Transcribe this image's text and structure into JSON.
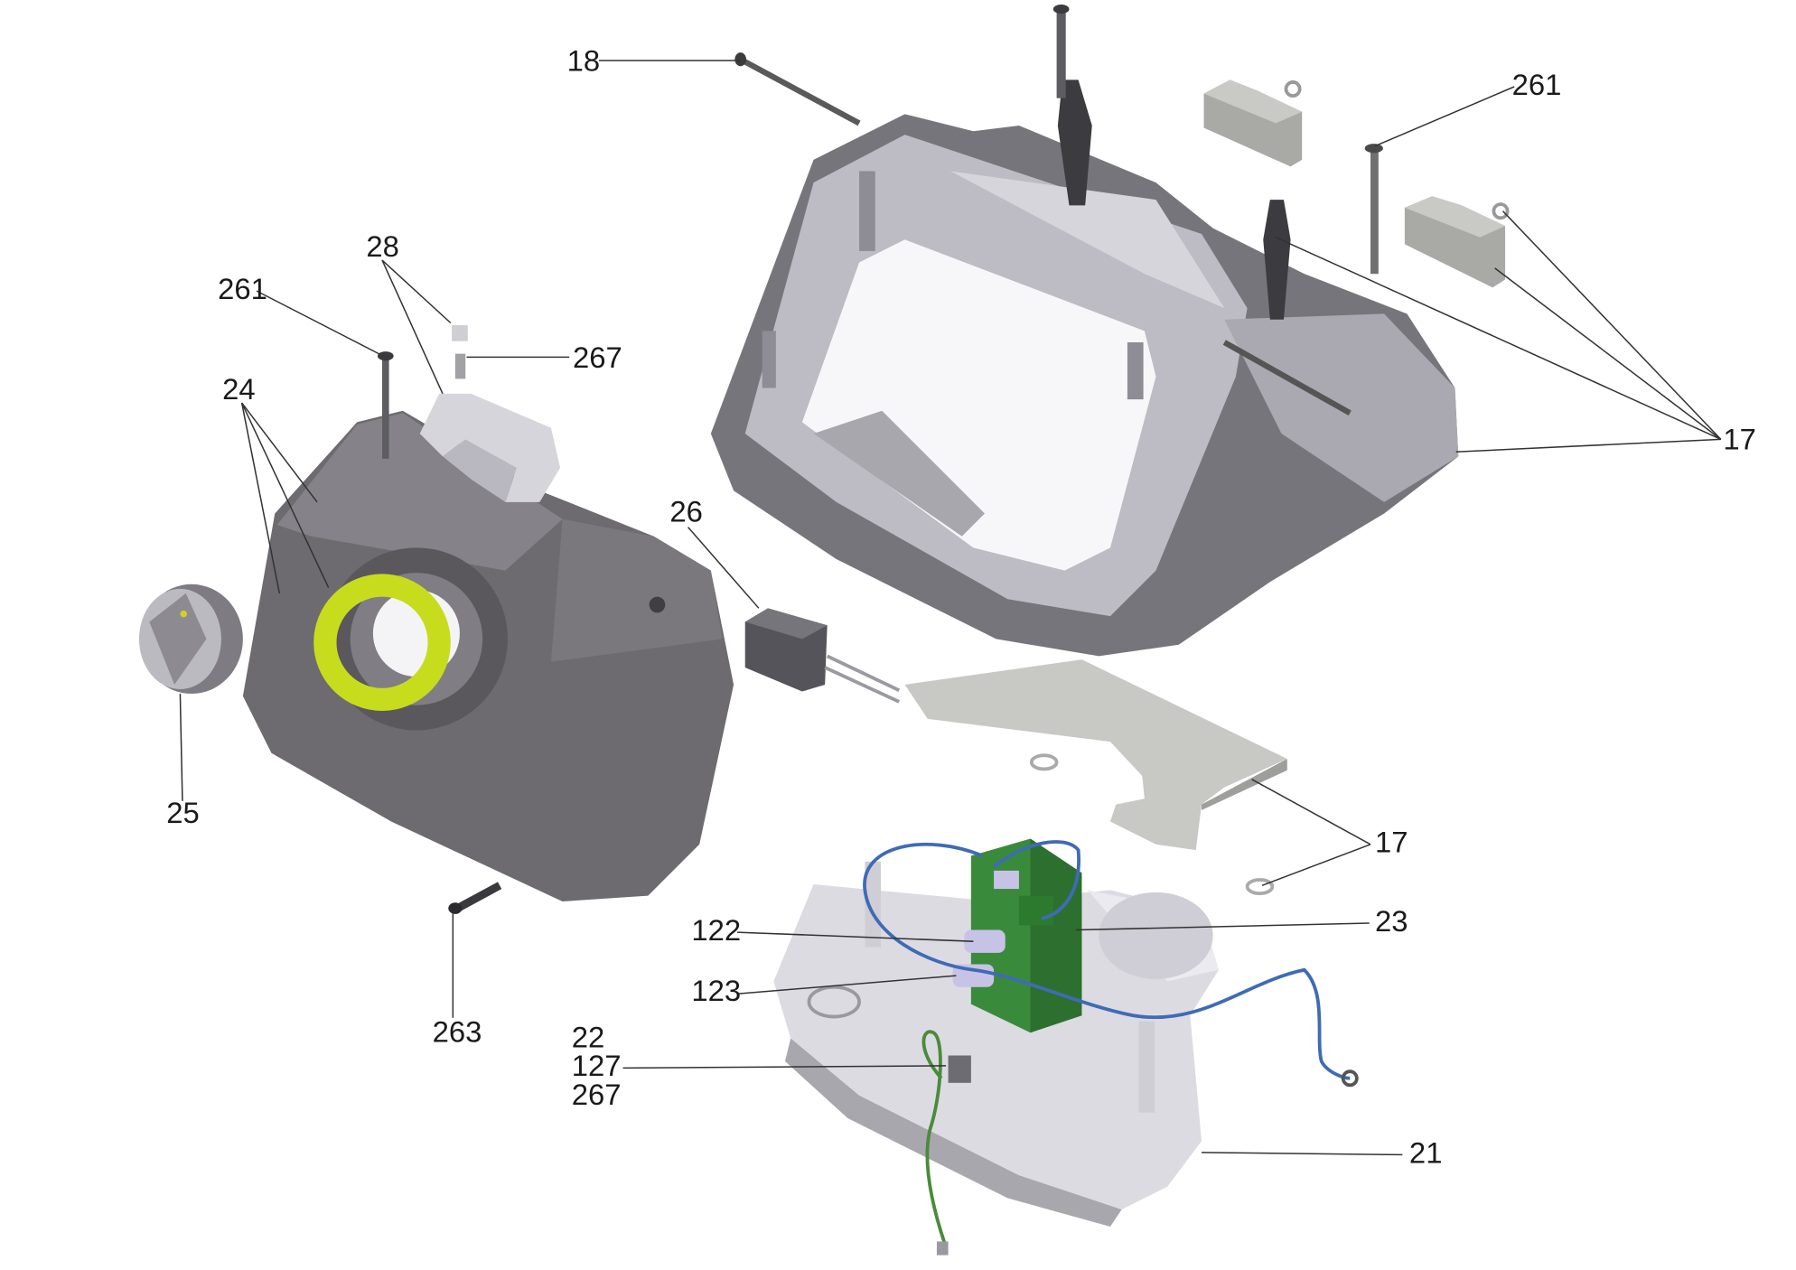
{
  "callouts": {
    "c18": "18",
    "c261_top": "261",
    "c17_top": "17",
    "c28": "28",
    "c261_left": "261",
    "c267_top": "267",
    "c24": "24",
    "c26": "26",
    "c25": "25",
    "c263": "263",
    "c17_bottom": "17",
    "c23": "23",
    "c122": "122",
    "c123": "123",
    "c22": "22",
    "c127": "127",
    "c267_bottom": "267",
    "c21": "21"
  },
  "colors": {
    "housing_dark": "#6e6c72",
    "housing_mid": "#9c9aa2",
    "housing_light": "#c9c7cf",
    "base_light": "#dcdbe2",
    "plate": "#c8c8c4",
    "block": "#a8a8a4",
    "highlight_ring": "#c8dc1e",
    "pcb": "#3a8a3c",
    "wire_blue": "#3f6bb5",
    "wire_green": "#4a8b3a"
  }
}
